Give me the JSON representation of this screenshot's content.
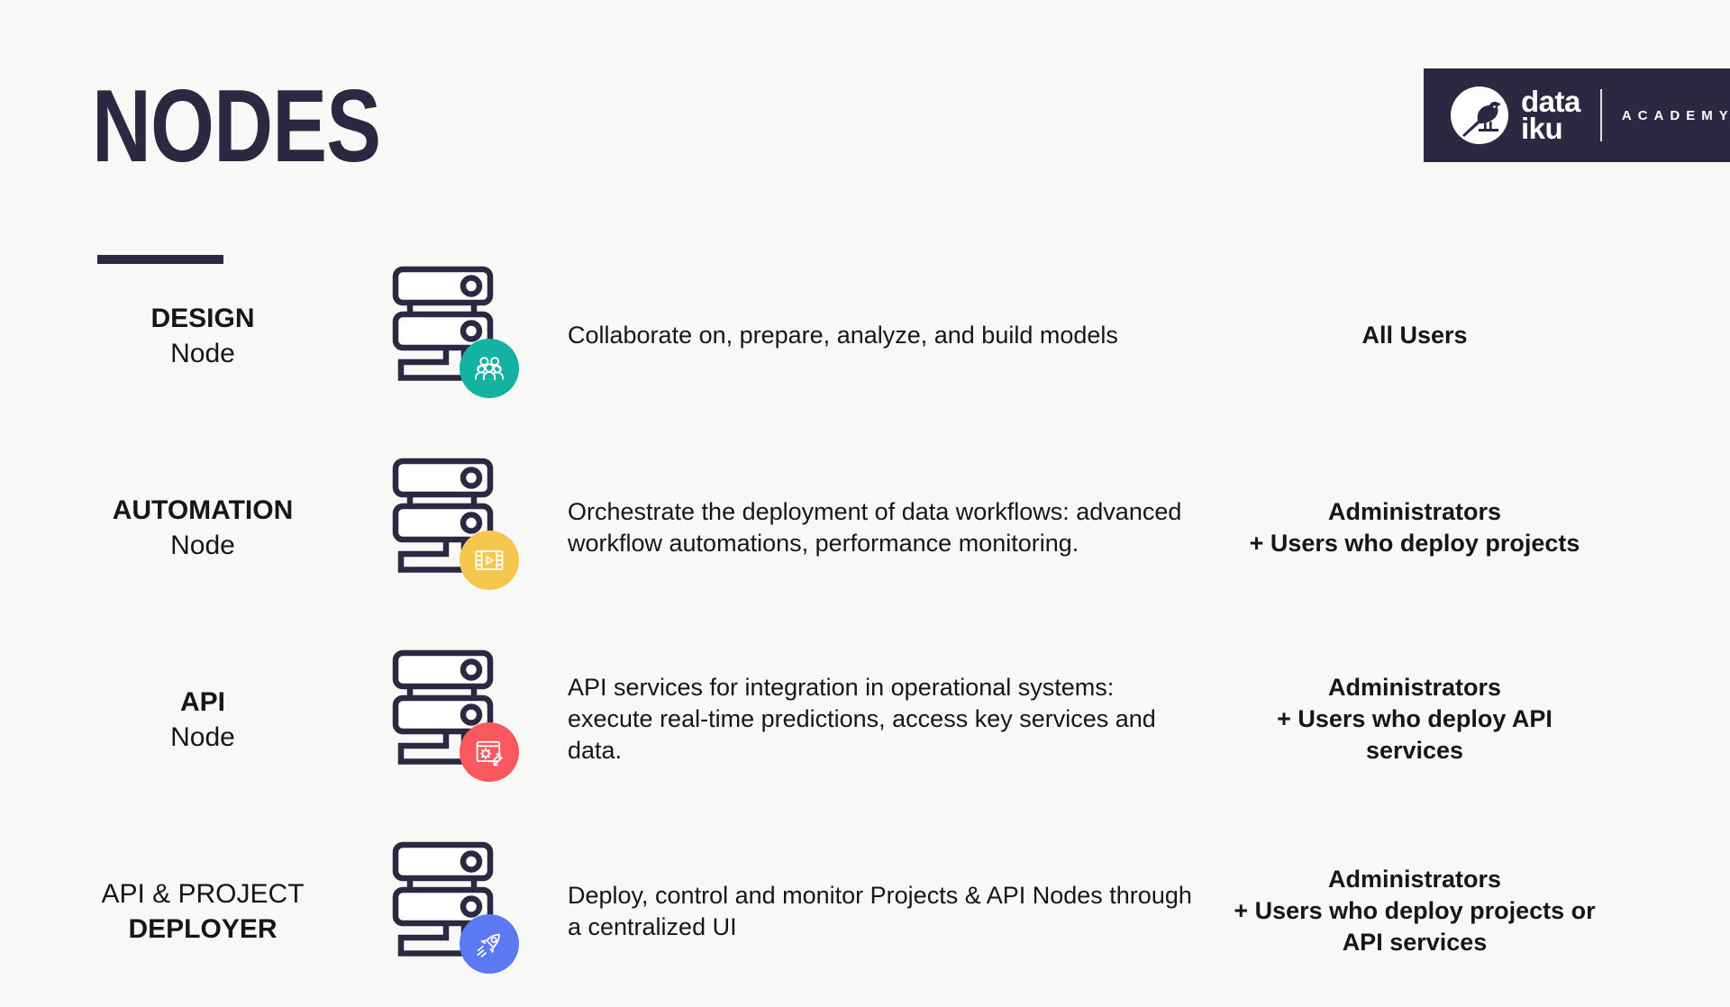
{
  "page": {
    "title": "NODES"
  },
  "logo": {
    "brand_top": "data",
    "brand_bottom": "iku",
    "program": "ACADEMY",
    "background": "#2b2942"
  },
  "colors": {
    "background": "#f8f8f6",
    "ink": "#2b2942",
    "text": "#161616"
  },
  "table": {
    "rows": [
      {
        "label_lines": [
          {
            "text": "DESIGN"
          },
          {
            "text": "Node"
          }
        ],
        "badge": {
          "color": "#14b2a1",
          "icon": "users-icon"
        },
        "description": "Collaborate on, prepare, analyze, and build models",
        "audience_lines": [
          "All Users"
        ]
      },
      {
        "label_lines": [
          {
            "text": "AUTOMATION"
          },
          {
            "text": "Node"
          }
        ],
        "badge": {
          "color": "#f5c74f",
          "icon": "workflow-film-icon"
        },
        "description": "Orchestrate the deployment of data workflows: advanced workflow automations, performance monitoring.",
        "audience_lines": [
          "Administrators",
          "+ Users who deploy projects"
        ]
      },
      {
        "label_lines": [
          {
            "text": "API"
          },
          {
            "text": "Node"
          }
        ],
        "badge": {
          "color": "#f9585e",
          "icon": "api-gear-icon"
        },
        "description": "API services for integration in operational systems: execute real-time predictions, access key services and data.",
        "audience_lines": [
          "Administrators",
          "+ Users who deploy API",
          "services"
        ]
      },
      {
        "label_lines": [
          {
            "text": "API & PROJECT"
          },
          {
            "text": "DEPLOYER"
          }
        ],
        "badge": {
          "color": "#5b79f3",
          "icon": "rocket-icon"
        },
        "description": "Deploy, control and monitor Projects & API Nodes through a centralized UI",
        "audience_lines": [
          "Administrators",
          "+ Users who deploy projects or",
          "API services"
        ]
      }
    ]
  }
}
